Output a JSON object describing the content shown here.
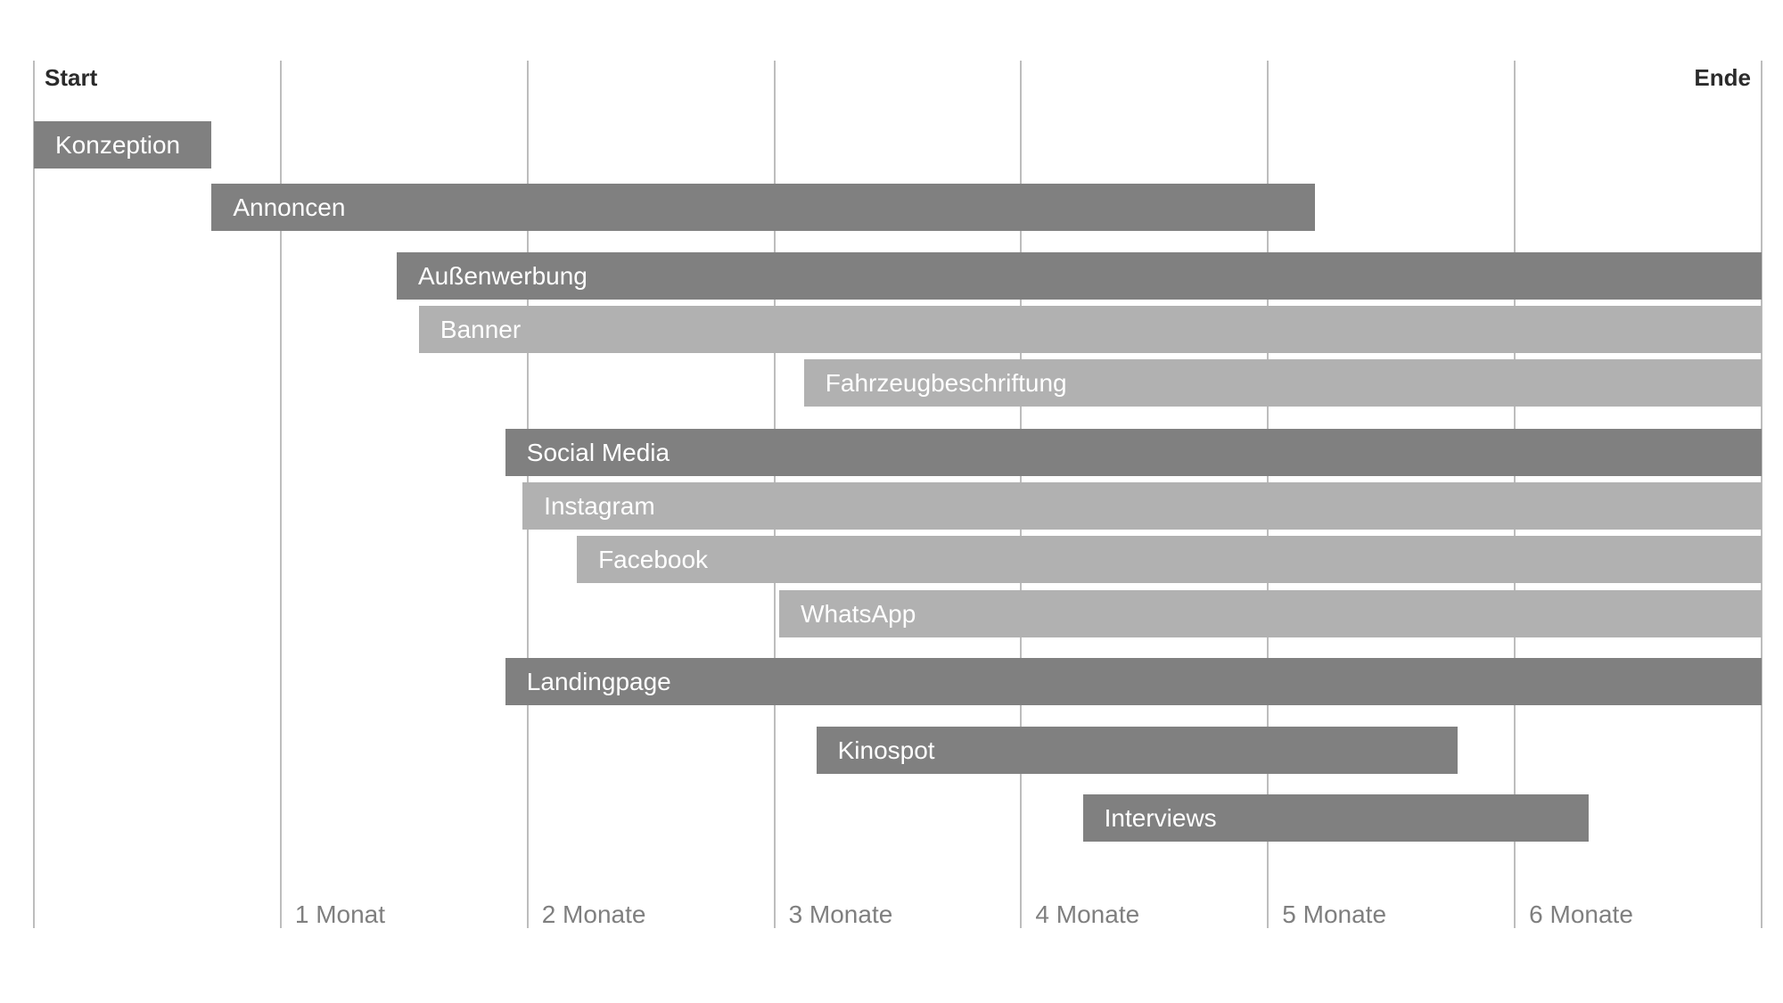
{
  "chart_data": {
    "type": "gantt",
    "x_unit": "Monate",
    "xlim": [
      0,
      7
    ],
    "start_label": "Start",
    "end_label": "Ende",
    "ticks": [
      {
        "value": 1,
        "label": "1 Monat"
      },
      {
        "value": 2,
        "label": "2 Monate"
      },
      {
        "value": 3,
        "label": "3 Monate"
      },
      {
        "value": 4,
        "label": "4 Monate"
      },
      {
        "value": 5,
        "label": "5 Monate"
      },
      {
        "value": 6,
        "label": "6 Monate"
      }
    ],
    "tasks": [
      {
        "label": "Konzeption",
        "start": 0.0,
        "end": 0.72,
        "level": "main"
      },
      {
        "label": "Annoncen",
        "start": 0.72,
        "end": 5.19,
        "level": "main"
      },
      {
        "label": "Außenwerbung",
        "start": 1.47,
        "end": 7.0,
        "level": "main"
      },
      {
        "label": "Banner",
        "start": 1.56,
        "end": 7.0,
        "level": "sub"
      },
      {
        "label": "Fahrzeugbeschriftung",
        "start": 3.12,
        "end": 7.0,
        "level": "sub"
      },
      {
        "label": "Social Media",
        "start": 1.91,
        "end": 7.0,
        "level": "main"
      },
      {
        "label": "Instagram",
        "start": 1.98,
        "end": 7.0,
        "level": "sub"
      },
      {
        "label": "Facebook",
        "start": 2.2,
        "end": 7.0,
        "level": "sub"
      },
      {
        "label": "WhatsApp",
        "start": 3.02,
        "end": 7.0,
        "level": "sub"
      },
      {
        "label": "Landingpage",
        "start": 1.91,
        "end": 7.0,
        "level": "main"
      },
      {
        "label": "Kinospot",
        "start": 3.17,
        "end": 5.77,
        "level": "main"
      },
      {
        "label": "Interviews",
        "start": 4.25,
        "end": 6.3,
        "level": "main"
      }
    ],
    "colors": {
      "main": "#808080",
      "sub": "#b1b1b1",
      "grid": "#bdbdbd",
      "tick_text": "#7f7f7f",
      "edge_text": "#2b2b2b"
    }
  }
}
